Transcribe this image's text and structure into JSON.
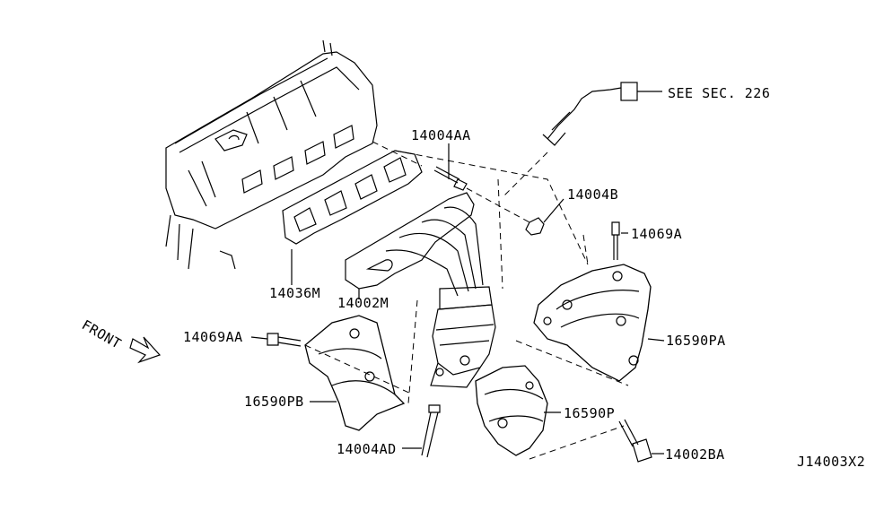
{
  "diagram_code": "J14003X2",
  "front_label": "FRONT",
  "parts": {
    "p14004AA": "14004AA",
    "p14004B": "14004B",
    "p14069A": "14069A",
    "p14036M": "14036M",
    "p14002M": "14002M",
    "p14069AA": "14069AA",
    "p16590PA": "16590PA",
    "p16590PB": "16590PB",
    "p16590P": "16590P",
    "p14004AD": "14004AD",
    "p14002BA": "14002BA"
  },
  "see_sec": "SEE  SEC. 226"
}
